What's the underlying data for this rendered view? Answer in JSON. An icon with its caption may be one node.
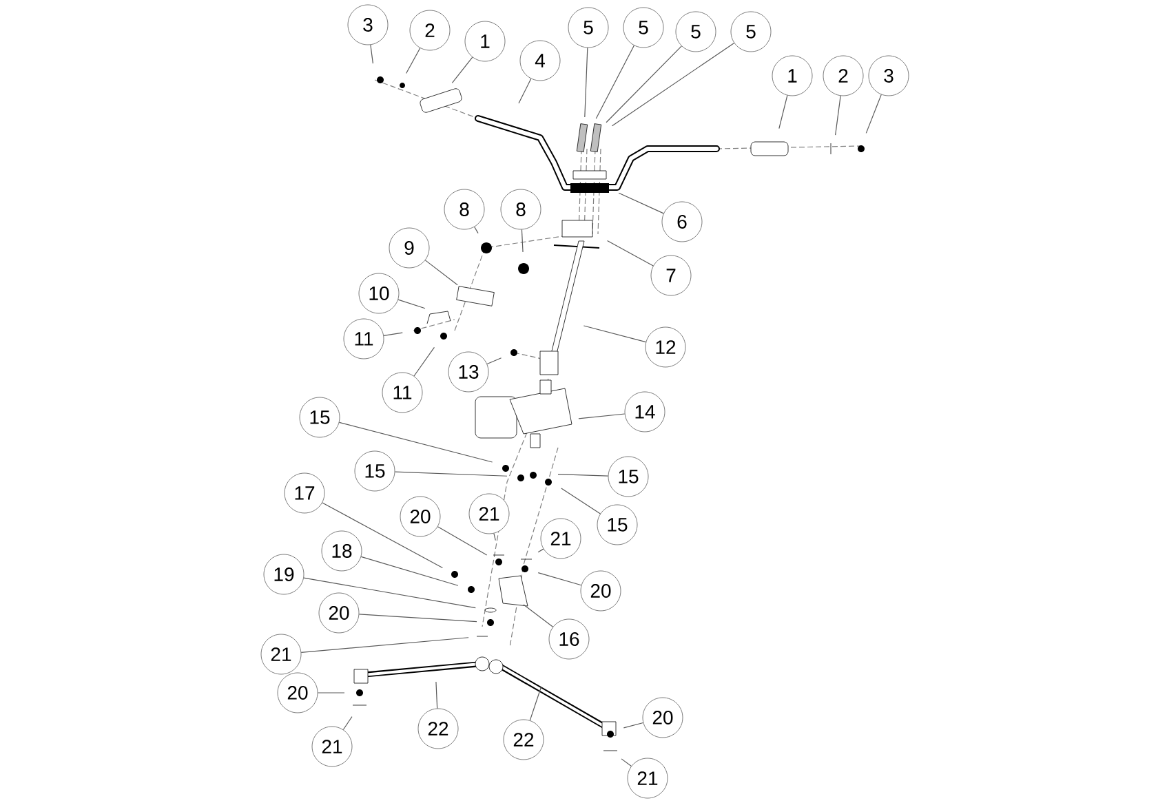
{
  "diagram": {
    "nodes": [
      {
        "text": [
          "3"
        ]
      },
      {
        "text": [
          "2"
        ]
      },
      {
        "text": [
          "1"
        ]
      },
      {
        "text": [
          "4"
        ]
      },
      {
        "text": [
          "5"
        ]
      },
      {
        "text": [
          "5"
        ]
      },
      {
        "text": [
          "5"
        ]
      },
      {
        "text": [
          "5"
        ]
      },
      {
        "text": [
          "1"
        ]
      },
      {
        "text": [
          "2"
        ]
      },
      {
        "text": [
          "3"
        ]
      },
      {
        "text": [
          "6"
        ]
      },
      {
        "text": [
          "7"
        ]
      },
      {
        "text": [
          "8"
        ]
      },
      {
        "text": [
          "8"
        ]
      },
      {
        "text": [
          "9"
        ]
      },
      {
        "text": [
          "10"
        ]
      },
      {
        "text": [
          "11"
        ]
      },
      {
        "text": [
          "11"
        ]
      },
      {
        "text": [
          "13"
        ]
      },
      {
        "text": [
          "12"
        ]
      },
      {
        "text": [
          "14"
        ]
      },
      {
        "text": [
          "15"
        ]
      },
      {
        "text": [
          "15"
        ]
      },
      {
        "text": [
          "15"
        ]
      },
      {
        "text": [
          "15"
        ]
      },
      {
        "text": [
          "17"
        ]
      },
      {
        "text": [
          "20"
        ]
      },
      {
        "text": [
          "21"
        ]
      },
      {
        "text": [
          "21"
        ]
      },
      {
        "text": [
          "18"
        ]
      },
      {
        "text": [
          "20"
        ]
      },
      {
        "text": [
          "19"
        ]
      },
      {
        "text": [
          "20"
        ]
      },
      {
        "text": [
          "16"
        ]
      },
      {
        "text": [
          "21"
        ]
      },
      {
        "text": [
          "20"
        ]
      },
      {
        "text": [
          "22"
        ]
      },
      {
        "text": [
          "22"
        ]
      },
      {
        "text": [
          "20"
        ]
      },
      {
        "text": [
          "21"
        ]
      },
      {
        "text": [
          "21"
        ]
      }
    ],
    "edges": [
      {
        "from": 0,
        "to": null,
        "arrow": "none"
      },
      {
        "from": 1,
        "to": null,
        "arrow": "none"
      },
      {
        "from": 2,
        "to": null,
        "arrow": "none"
      },
      {
        "from": 3,
        "to": null,
        "arrow": "none"
      },
      {
        "from": 4,
        "to": null,
        "arrow": "none"
      },
      {
        "from": 5,
        "to": null,
        "arrow": "none"
      },
      {
        "from": 6,
        "to": null,
        "arrow": "none"
      },
      {
        "from": 7,
        "to": null,
        "arrow": "none"
      },
      {
        "from": 8,
        "to": null,
        "arrow": "none"
      },
      {
        "from": 9,
        "to": null,
        "arrow": "none"
      },
      {
        "from": 10,
        "to": null,
        "arrow": "none"
      },
      {
        "from": 11,
        "to": null,
        "arrow": "none"
      },
      {
        "from": 12,
        "to": null,
        "arrow": "none"
      },
      {
        "from": 13,
        "to": null,
        "arrow": "none"
      },
      {
        "from": 14,
        "to": null,
        "arrow": "none"
      },
      {
        "from": 15,
        "to": null,
        "arrow": "none"
      },
      {
        "from": 16,
        "to": null,
        "arrow": "none"
      },
      {
        "from": 17,
        "to": null,
        "arrow": "none"
      },
      {
        "from": 18,
        "to": null,
        "arrow": "none"
      },
      {
        "from": 19,
        "to": null,
        "arrow": "none"
      },
      {
        "from": 20,
        "to": null,
        "arrow": "none"
      },
      {
        "from": 21,
        "to": null,
        "arrow": "none"
      },
      {
        "from": 22,
        "to": null,
        "arrow": "none"
      },
      {
        "from": 23,
        "to": null,
        "arrow": "none"
      },
      {
        "from": 24,
        "to": null,
        "arrow": "none"
      },
      {
        "from": 25,
        "to": null,
        "arrow": "none"
      },
      {
        "from": 26,
        "to": null,
        "arrow": "none"
      },
      {
        "from": 27,
        "to": null,
        "arrow": "none"
      },
      {
        "from": 28,
        "to": null,
        "arrow": "none"
      },
      {
        "from": 29,
        "to": null,
        "arrow": "none"
      },
      {
        "from": 30,
        "to": null,
        "arrow": "none"
      },
      {
        "from": 31,
        "to": null,
        "arrow": "none"
      },
      {
        "from": 32,
        "to": null,
        "arrow": "none"
      },
      {
        "from": 33,
        "to": null,
        "arrow": "none"
      },
      {
        "from": 34,
        "to": null,
        "arrow": "none"
      },
      {
        "from": 35,
        "to": null,
        "arrow": "none"
      },
      {
        "from": 36,
        "to": null,
        "arrow": "none"
      },
      {
        "from": 37,
        "to": null,
        "arrow": "none"
      },
      {
        "from": 38,
        "to": null,
        "arrow": "none"
      },
      {
        "from": 39,
        "to": null,
        "arrow": "none"
      },
      {
        "from": 40,
        "to": null,
        "arrow": "none"
      },
      {
        "from": 41,
        "to": null,
        "arrow": "none"
      }
    ]
  }
}
